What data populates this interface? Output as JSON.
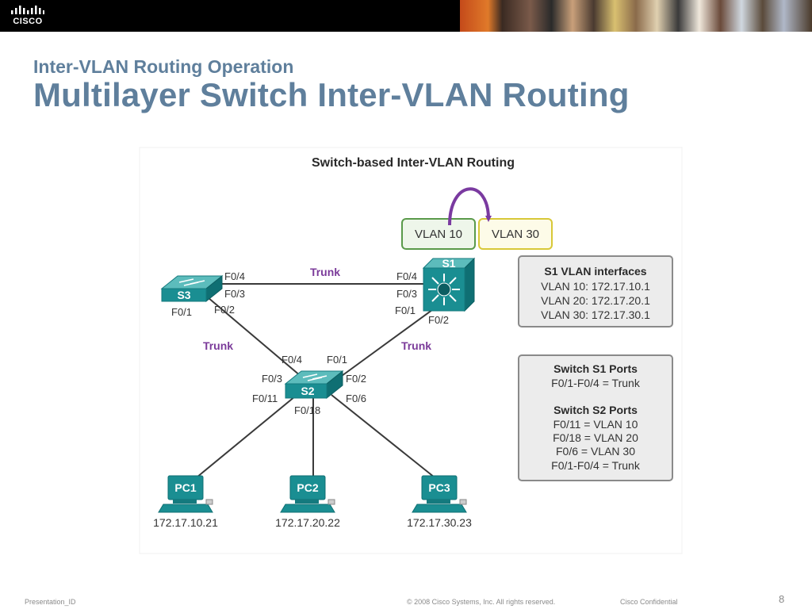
{
  "header": {
    "brand": "CISCO"
  },
  "slide": {
    "subtitle": "Inter-VLAN Routing Operation",
    "title": "Multilayer Switch Inter-VLAN Routing"
  },
  "diagram": {
    "title": "Switch-based Inter-VLAN Routing",
    "vlan_a": "VLAN 10",
    "vlan_b": "VLAN 30",
    "links": {
      "trunk_top": "Trunk",
      "trunk_left": "Trunk",
      "trunk_right": "Trunk"
    },
    "devices": {
      "s1": "S1",
      "s2": "S2",
      "s3": "S3",
      "pc1": "PC1",
      "pc2": "PC2",
      "pc3": "PC3"
    },
    "ports": {
      "s3_f04": "F0/4",
      "s3_f03": "F0/3",
      "s3_f02": "F0/2",
      "s3_f01": "F0/1",
      "s1_f04": "F0/4",
      "s1_f03": "F0/3",
      "s1_f01": "F0/1",
      "s1_f02": "F0/2",
      "s2_f04": "F0/4",
      "s2_f01": "F0/1",
      "s2_f03": "F0/3",
      "s2_f02": "F0/2",
      "s2_f011": "F0/11",
      "s2_f06": "F0/6",
      "s2_f018": "F0/18"
    },
    "pc_ips": {
      "pc1": "172.17.10.21",
      "pc2": "172.17.20.22",
      "pc3": "172.17.30.23"
    },
    "info_vlan": {
      "heading": "S1 VLAN interfaces",
      "lines": [
        "VLAN 10: 172.17.10.1",
        "VLAN 20: 172.17.20.1",
        "VLAN 30: 172.17.30.1"
      ]
    },
    "info_ports": {
      "heading1": "Switch S1 Ports",
      "line1": "F0/1-F0/4 = Trunk",
      "heading2": "Switch S2 Ports",
      "lines": [
        "F0/11 = VLAN 10",
        "F0/18 = VLAN 20",
        "F0/6 = VLAN 30",
        "F0/1-F0/4 = Trunk"
      ]
    }
  },
  "footer": {
    "presentation_id": "Presentation_ID",
    "copyright": "© 2008 Cisco Systems, Inc. All rights reserved.",
    "confidential": "Cisco Confidential",
    "page_number": "8"
  },
  "colors": {
    "title": "#5f7f9c",
    "device_teal": "#1a8e92",
    "trunk_label": "#7b3b9a",
    "vlan10_border": "#5a9a4a",
    "vlan30_border": "#d8c838",
    "arrow": "#7a3aa0",
    "info_fill": "#ececec"
  }
}
